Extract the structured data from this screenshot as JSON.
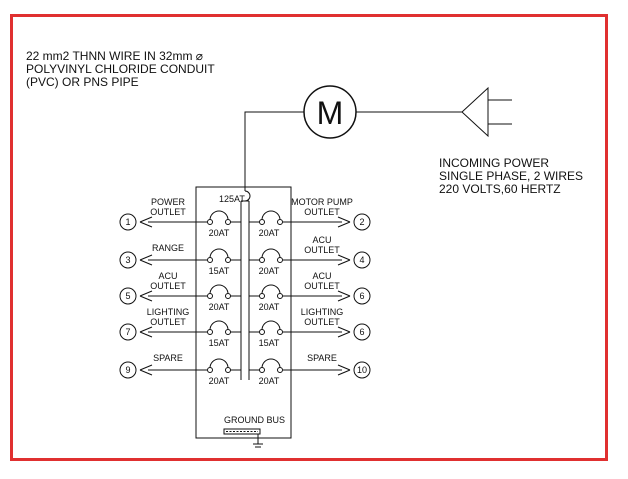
{
  "colors": {
    "frame": "#e03030",
    "line": "#111111"
  },
  "wire_note": {
    "lines": [
      "22 mm2 THNN WIRE IN 32mm ⌀",
      "POLYVINYL CHLORIDE CONDUIT",
      "(PVC) OR PNS PIPE"
    ]
  },
  "power_note": {
    "lines": [
      "INCOMING POWER",
      "SINGLE PHASE, 2 WIRES",
      "220 VOLTS,60 HERTZ"
    ]
  },
  "motor": {
    "symbol": "M",
    "icon": "motor-icon"
  },
  "plug": {
    "icon": "plug-icon"
  },
  "main_breaker": {
    "rating": "125AT"
  },
  "ground_bus": {
    "label": "GROUND BUS"
  },
  "circuits": [
    {
      "num": "1",
      "side": "left",
      "label1": "POWER",
      "label2": "OUTLET",
      "rating": "20AT"
    },
    {
      "num": "2",
      "side": "right",
      "label1": "MOTOR PUMP",
      "label2": "OUTLET",
      "rating": "20AT"
    },
    {
      "num": "3",
      "side": "left",
      "label1": "RANGE",
      "label2": "",
      "rating": "15AT"
    },
    {
      "num": "4",
      "side": "right",
      "label1": "ACU",
      "label2": "OUTLET",
      "rating": "20AT"
    },
    {
      "num": "5",
      "side": "left",
      "label1": "ACU",
      "label2": "OUTLET",
      "rating": "20AT"
    },
    {
      "num": "6",
      "side": "right",
      "label1": "ACU",
      "label2": "OUTLET",
      "rating": "20AT"
    },
    {
      "num": "7",
      "side": "left",
      "label1": "LIGHTING",
      "label2": "OUTLET",
      "rating": "15AT"
    },
    {
      "num": "6",
      "side": "right",
      "label1": "LIGHTING",
      "label2": "OUTLET",
      "rating": "15AT"
    },
    {
      "num": "9",
      "side": "left",
      "label1": "SPARE",
      "label2": "",
      "rating": "20AT"
    },
    {
      "num": "10",
      "side": "right",
      "label1": "SPARE",
      "label2": "",
      "rating": "20AT"
    }
  ]
}
